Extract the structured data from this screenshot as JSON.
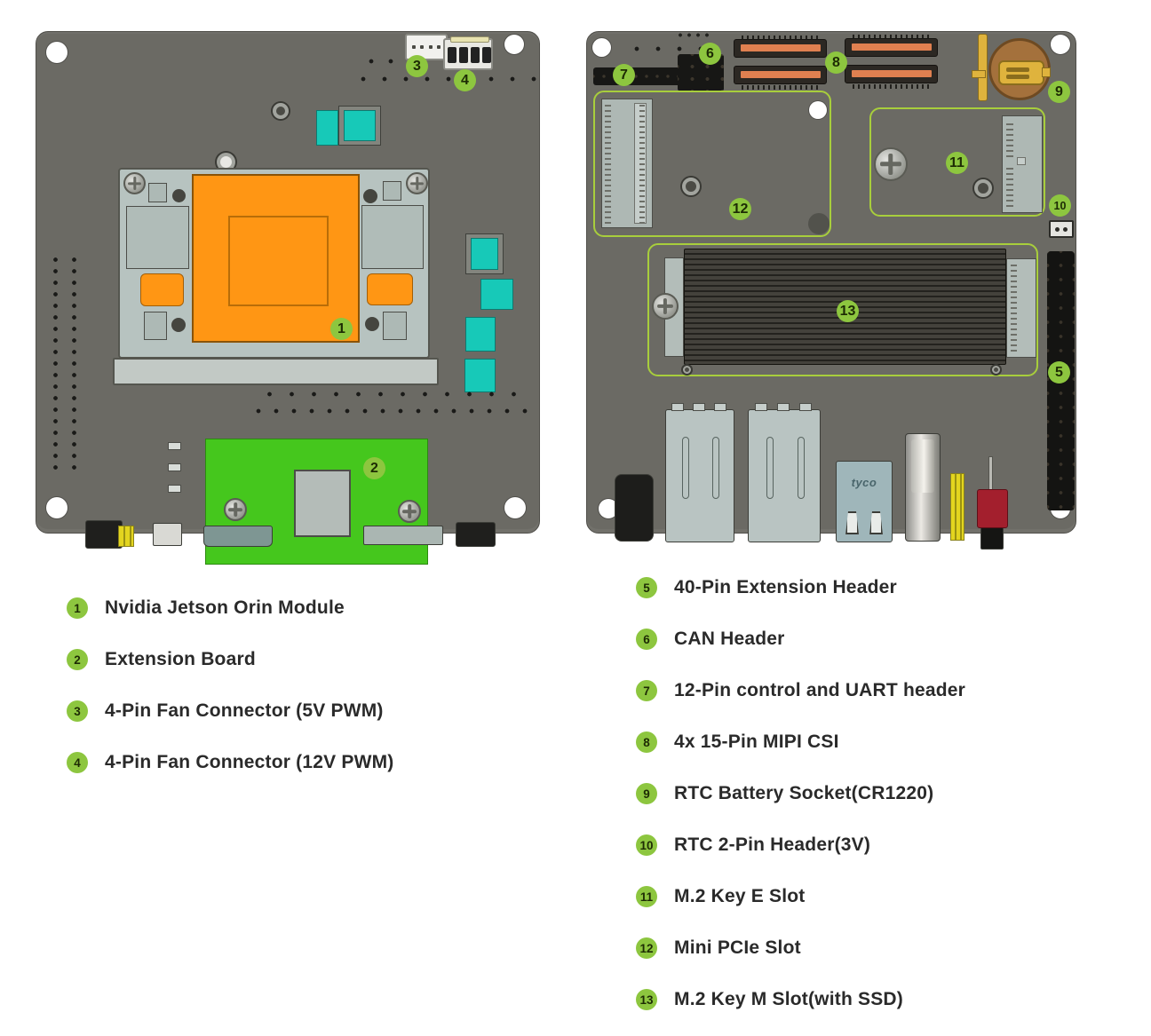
{
  "legend": {
    "left": [
      {
        "num": "1",
        "label": "Nvidia Jetson  Orin Module"
      },
      {
        "num": "2",
        "label": "Extension Board"
      },
      {
        "num": "3",
        "label": "4-Pin Fan Connector (5V PWM)"
      },
      {
        "num": "4",
        "label": "4-Pin Fan Connector (12V PWM)"
      }
    ],
    "right": [
      {
        "num": "5",
        "label": "40-Pin Extension Header"
      },
      {
        "num": "6",
        "label": "CAN Header"
      },
      {
        "num": "7",
        "label": "12-Pin control and UART header"
      },
      {
        "num": "8",
        "label": "4x 15-Pin MIPI CSI"
      },
      {
        "num": "9",
        "label": "RTC Battery Socket(CR1220)"
      },
      {
        "num": "10",
        "label": "RTC 2-Pin Header(3V)"
      },
      {
        "num": "11",
        "label": "M.2 Key E Slot"
      },
      {
        "num": "12",
        "label": "Mini PCIe Slot"
      },
      {
        "num": "13",
        "label": "M.2 Key M Slot(with SSD)"
      }
    ]
  },
  "board_text": {
    "ethernet_brand": "tyco"
  },
  "colors": {
    "pcb": "#6b6a64",
    "module-orange": "#ff9614",
    "board-green": "#45c71d",
    "teal": "#17c9b8",
    "callout-bg": "#8dc63f",
    "callout-text": "#1d2b04",
    "outline-green": "#a8ce3c",
    "battery-brown": "#a4713c",
    "battery-gold": "#dfb33d",
    "comp-red": "#a31f2d",
    "comp-yellow": "#e3d51f"
  }
}
